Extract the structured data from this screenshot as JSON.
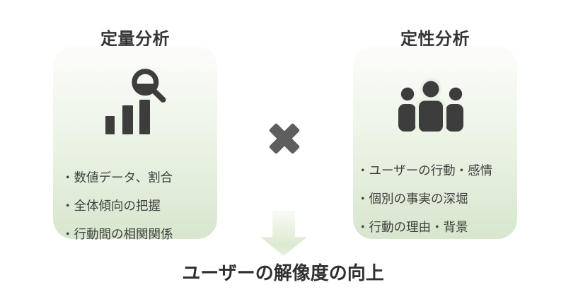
{
  "left_card": {
    "title": "定量分析",
    "icon": "bar-chart-magnifier",
    "bullets": [
      "・数値データ、割合",
      "・全体傾向の把握",
      "・行動間の相関関係"
    ]
  },
  "right_card": {
    "title": "定性分析",
    "icon": "people-group",
    "bullets": [
      "・ユーザーの行動・感情",
      "・個別の事実の深堀",
      "・行動の理由・背景"
    ]
  },
  "operator": {
    "name": "multiply",
    "glyph": "✖"
  },
  "arrow": {
    "direction": "down"
  },
  "conclusion": {
    "text": "ユーザーの解像度の向上"
  },
  "colors": {
    "background": "#ffffff",
    "card_gradient_top": "#fcfdfb",
    "card_gradient_bottom": "#d7e6ce",
    "icon_dark": "#3d3d3d",
    "multiply_gray": "#5e5e5e",
    "title_text": "#353535",
    "bullet_text": "#404040",
    "conclusion_text": "#303030",
    "arrow_gradient_top": "#f8fbf6",
    "arrow_gradient_bottom": "#d2e4c6"
  }
}
